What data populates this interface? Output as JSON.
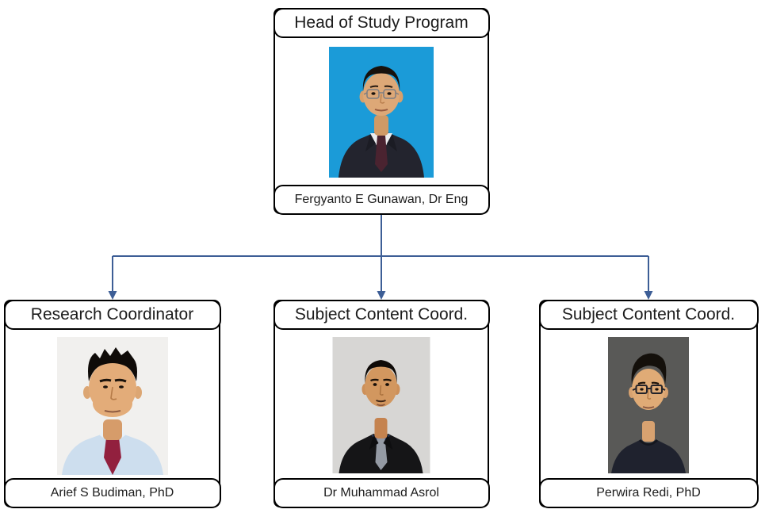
{
  "colors": {
    "connector": "#3d5e96",
    "box_border": "#000000",
    "bar_background": "#ffffff",
    "text": "#1c1c1c"
  },
  "org": {
    "nodes": [
      {
        "role": "Head of Study Program",
        "person": "Fergyanto E Gunawan, Dr Eng",
        "photo_bg": "#1b9bd8",
        "photo_alt": "portrait-man-glasses-dark-suit-blue-background"
      },
      {
        "role": "Research Coordinator",
        "person": "Arief S Budiman, PhD",
        "photo_bg": "#f1f0ee",
        "photo_alt": "portrait-man-light-blue-shirt-red-tie-closeup"
      },
      {
        "role": "Subject Content Coord.",
        "person": "Dr Muhammad Asrol",
        "photo_bg": "#d7d6d4",
        "photo_alt": "portrait-man-black-suit-blue-shirt-gray-tie"
      },
      {
        "role": "Subject Content Coord.",
        "person": "Perwira Redi, PhD",
        "photo_bg": "#595957",
        "photo_alt": "portrait-man-glasses-dark-tshirt-gray-background"
      }
    ]
  }
}
